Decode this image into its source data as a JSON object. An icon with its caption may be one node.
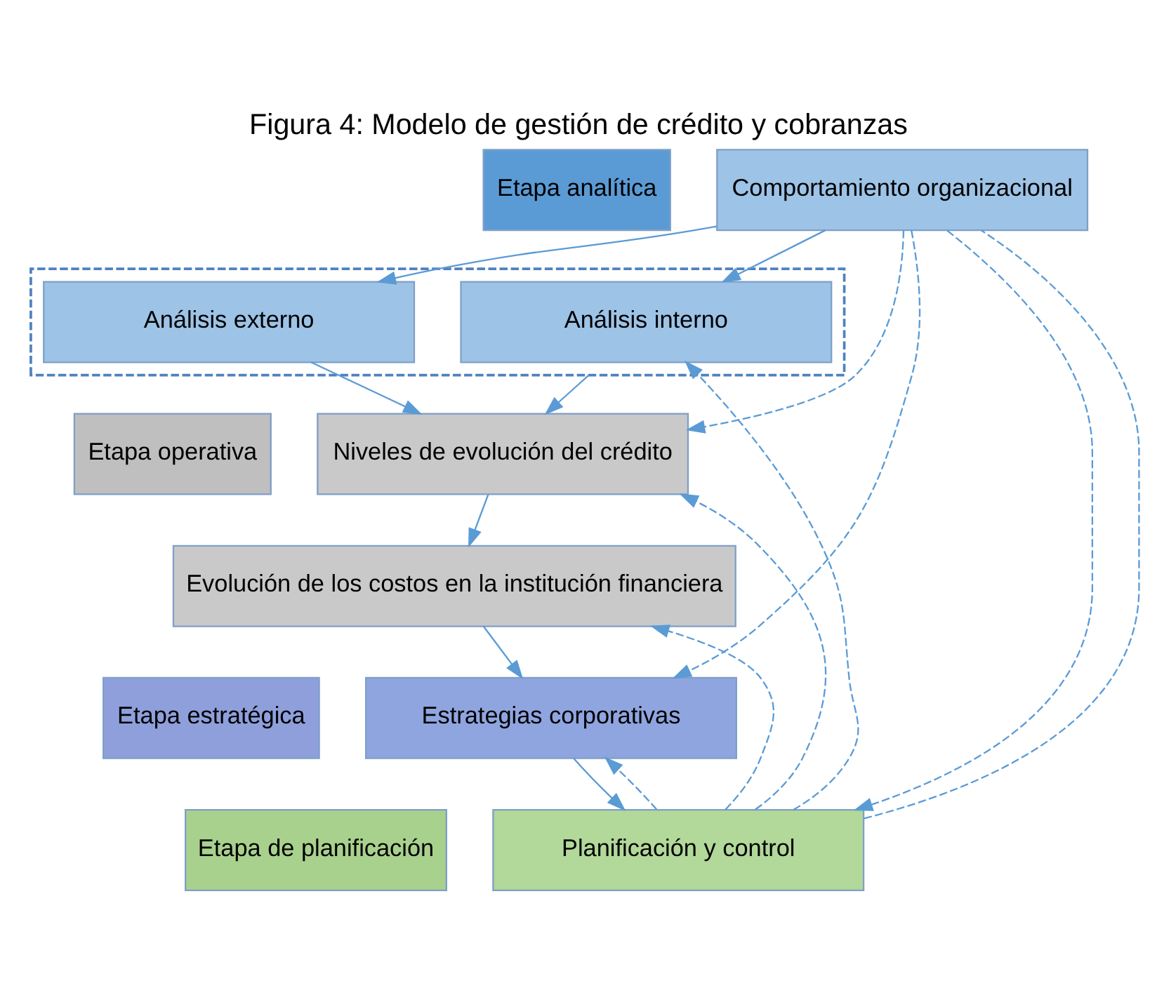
{
  "diagram": {
    "title": "Figura 4: Modelo de gestión de crédito y cobranzas",
    "nodes": [
      {
        "text": [
          "Etapa analítica"
        ]
      },
      {
        "text": [
          "Etapa operativa"
        ]
      },
      {
        "text": [
          "Etapa estratégica"
        ]
      },
      {
        "text": [
          "Etapa de planificación"
        ]
      },
      {
        "text": [
          "Comportamiento organizacional"
        ]
      },
      {
        "text": [],
        "shape": "box"
      },
      {
        "text": [
          "Análisis interno"
        ],
        "in": 5
      },
      {
        "text": [
          "Análisis externo"
        ],
        "in": 5
      },
      {
        "text": [
          "Niveles de evolución del crédito"
        ]
      },
      {
        "text": [
          "Evolución de los costos en la institución financiera"
        ]
      },
      {
        "text": [
          "Estrategias corporativas"
        ]
      },
      {
        "text": [
          "Planificación y control"
        ]
      }
    ],
    "edges": [
      {
        "from": 4,
        "to": 6,
        "arrow": "to"
      },
      {
        "from": 4,
        "to": 7,
        "arrow": "to"
      },
      {
        "from": 5,
        "to": 8,
        "arrow": "to"
      },
      {
        "from": 7,
        "to": 8,
        "arrow": "to"
      },
      {
        "from": 8,
        "to": 9,
        "arrow": "to"
      },
      {
        "from": 9,
        "to": 10,
        "arrow": "to"
      },
      {
        "from": 10,
        "to": 11,
        "arrow": "to"
      },
      {
        "from": 11,
        "to": 6,
        "arrow": "to",
        "style": "dashed"
      },
      {
        "from": 11,
        "to": 8,
        "arrow": "to",
        "style": "dashed"
      },
      {
        "from": 11,
        "to": 9,
        "arrow": "to",
        "style": "dashed"
      },
      {
        "from": 11,
        "to": 10,
        "arrow": "to",
        "style": "dashed"
      },
      {
        "from": 4,
        "to": 8,
        "arrow": "to",
        "style": "dashed"
      },
      {
        "from": 4,
        "to": 10,
        "arrow": "to",
        "style": "dashed"
      },
      {
        "from": 4,
        "to": 11,
        "arrow": "to",
        "style": "dashed"
      },
      {
        "from": 11,
        "to": 4,
        "arrow": "none",
        "style": "dashed"
      }
    ]
  }
}
